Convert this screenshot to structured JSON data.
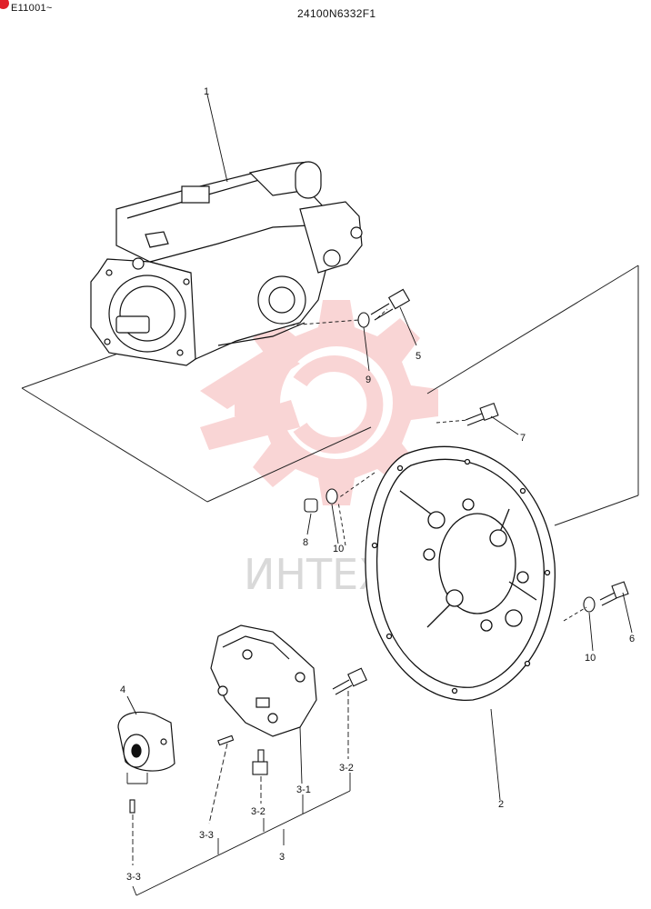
{
  "header": {
    "serial_range": "E11001~",
    "part_number": "24100N6332F1"
  },
  "watermark": {
    "text": "ИНТЕХ",
    "color": "#f08a8a"
  },
  "callouts": {
    "c1": "1",
    "c2": "2",
    "c3": "3",
    "c3_1": "3-1",
    "c3_2a": "3-2",
    "c3_2b": "3-2",
    "c3_3a": "3-3",
    "c3_3b": "3-3",
    "c4": "4",
    "c5": "5",
    "c6": "6",
    "c7": "7",
    "c8": "8",
    "c9": "9",
    "c10a": "10",
    "c10b": "10"
  },
  "parts": {
    "pump": "hydraulic-pump",
    "housing": "flywheel-housing",
    "coupling": "flex-coupling",
    "hub": "coupling-hub"
  }
}
